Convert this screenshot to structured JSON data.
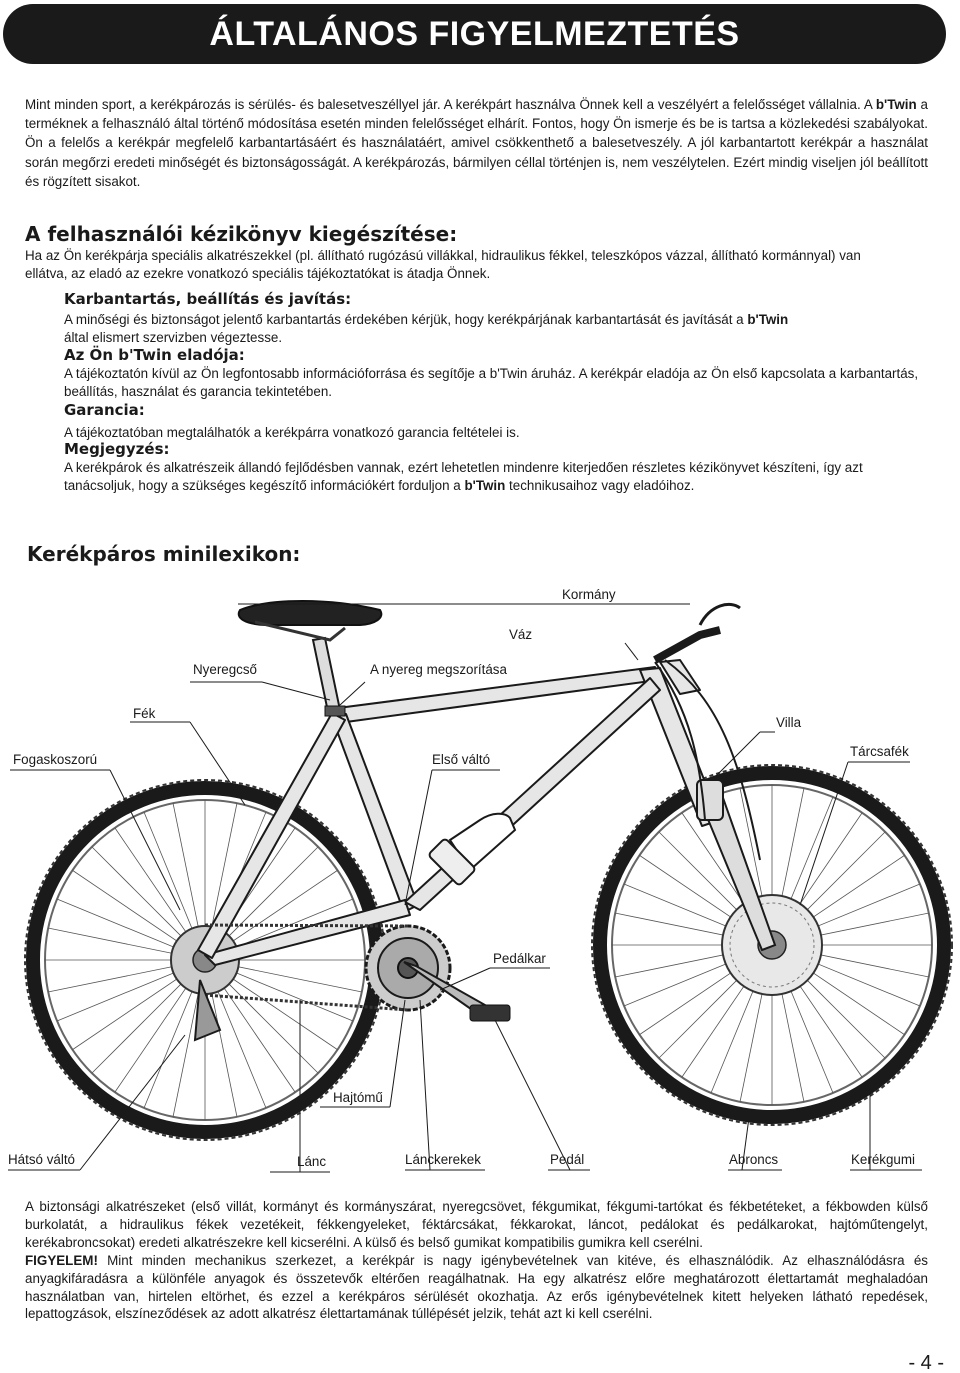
{
  "title": "ÁLTALÁNOS FIGYELMEZTETÉS",
  "intro": {
    "part1": "Mint minden sport, a kerékpározás is sérülés- és balesetveszéllyel jár. A kerékpárt használva Önnek kell a veszélyért a felelősséget vállalnia. A ",
    "brand": "b'Twin",
    "part2": " a terméknek a felhasználó által történő módosítása esetén minden felelősséget elhárít. Fontos, hogy Ön ismerje és be is tartsa a közlekedési szabályokat. Ön a felelős a kerékpár megfelelő karbantartásáért és használatáért, amivel csökkenthető a balesetveszély. A jól karbantartott kerékpár a használat során megőrzi eredeti minőségét és biztonságosságát. A kerékpározás, bármilyen céllal történjen is, nem veszélytelen. Ezért mindig viseljen jól beállított és rögzített sisakot."
  },
  "manual_section": {
    "heading": "A felhasználói kézikönyv kiegészítése:",
    "lead": "Ha az Ön kerékpárja speciális alkatrészekkel (pl. állítható rugózású villákkal, hidraulikus fékkel, teleszkópos vázzal, állítható kormánnyal) van ellátva, az eladó az ezekre vonatkozó speciális tájékoztatókat is átadja Önnek.",
    "maintenance": {
      "heading": "Karbantartás, beállítás és javítás:",
      "text1": "A minőségi és biztonságot jelentő karbantartás érdekében kérjük, hogy kerékpárjának karbantartását és javítását a ",
      "brand": "b'Twin",
      "text2": " által elismert szervizben végeztesse."
    },
    "seller": {
      "heading": "Az Ön b'Twin eladója:",
      "text": "A tájékoztatón kívül az Ön legfontosabb információforrása és segítője a b'Twin áruház. A kerékpár eladója az Ön első kapcsolata a karbantartás, beállítás, használat és garancia tekintetében."
    },
    "warranty": {
      "heading": "Garancia:",
      "text": "A tájékoztatóban megtalálhatók a kerékpárra vonatkozó garancia feltételei is."
    },
    "note": {
      "heading": "Megjegyzés:",
      "text1": "A kerékpárok és alkatrészeik állandó fejlődésben vannak, ezért lehetetlen mindenre kiterjedően részletes kézikönyvet készíteni, így azt tanácsoljuk, hogy a szükséges kegészítő információkért forduljon a ",
      "brand": "b'Twin",
      "text2": " technikusaihoz vagy eladóihoz."
    }
  },
  "lexicon": {
    "heading": "Kerékpáros minilexikon:",
    "labels": {
      "kormany": "Kormány",
      "vaz": "Váz",
      "nyeregcso": "Nyeregcső",
      "nyereg_megszoritasa": "A nyereg megszorítása",
      "fek": "Fék",
      "villa": "Villa",
      "fogaskoszoru": "Fogaskoszorú",
      "elso_valto": "Első váltó",
      "tarcsafek": "Tárcsafék",
      "pedalkar": "Pedálkar",
      "hajtomu": "Hajtómű",
      "hatso_valto": "Hátsó váltó",
      "lanc": "Lánc",
      "lanckerekek": "Lánckerekek",
      "pedal": "Pedál",
      "abroncs": "Abroncs",
      "kerekgumi": "Kerékgumi"
    }
  },
  "bottom": {
    "text1": "A biztonsági alkatrészeket (első villát, kormányt és kormányszárat, nyeregcsövet, fékgumikat, fékgumi-tartókat és fékbetéteket, a fékbowden külső burkolatát, a hidraulikus fékek vezetékeit, fékkengyeleket, féktárcsákat, fékkarokat, láncot, pedálokat és pedálkarokat, hajtóműtengelyt, kerékabroncsokat) eredeti alkatrészekre kell kicserélni. A külső és belső gumikat kompatibilis gumikra kell cserélni.",
    "warning_label": "FIGYELEM!",
    "text2": " Mint minden mechanikus szerkezet, a kerékpár is nagy igénybevételnek van kitéve, és elhasználódik. Az elhasználódásra és anyagkifáradásra a különféle anyagok és összetevők eltérően reagálhatnak. Ha egy alkatrész előre meghatározott élettartamát meghaladóan használatban van, hirtelen eltörhet, és ezzel a kerékpáros sérülését okozhatja. Az erős igénybevételnek kitett helyeken látható repedések, lepattogzások, elszíneződések az adott alkatrész élettartamának túllépését jelzik, tehát azt ki kell cserélni."
  },
  "page_number": "- 4 -"
}
